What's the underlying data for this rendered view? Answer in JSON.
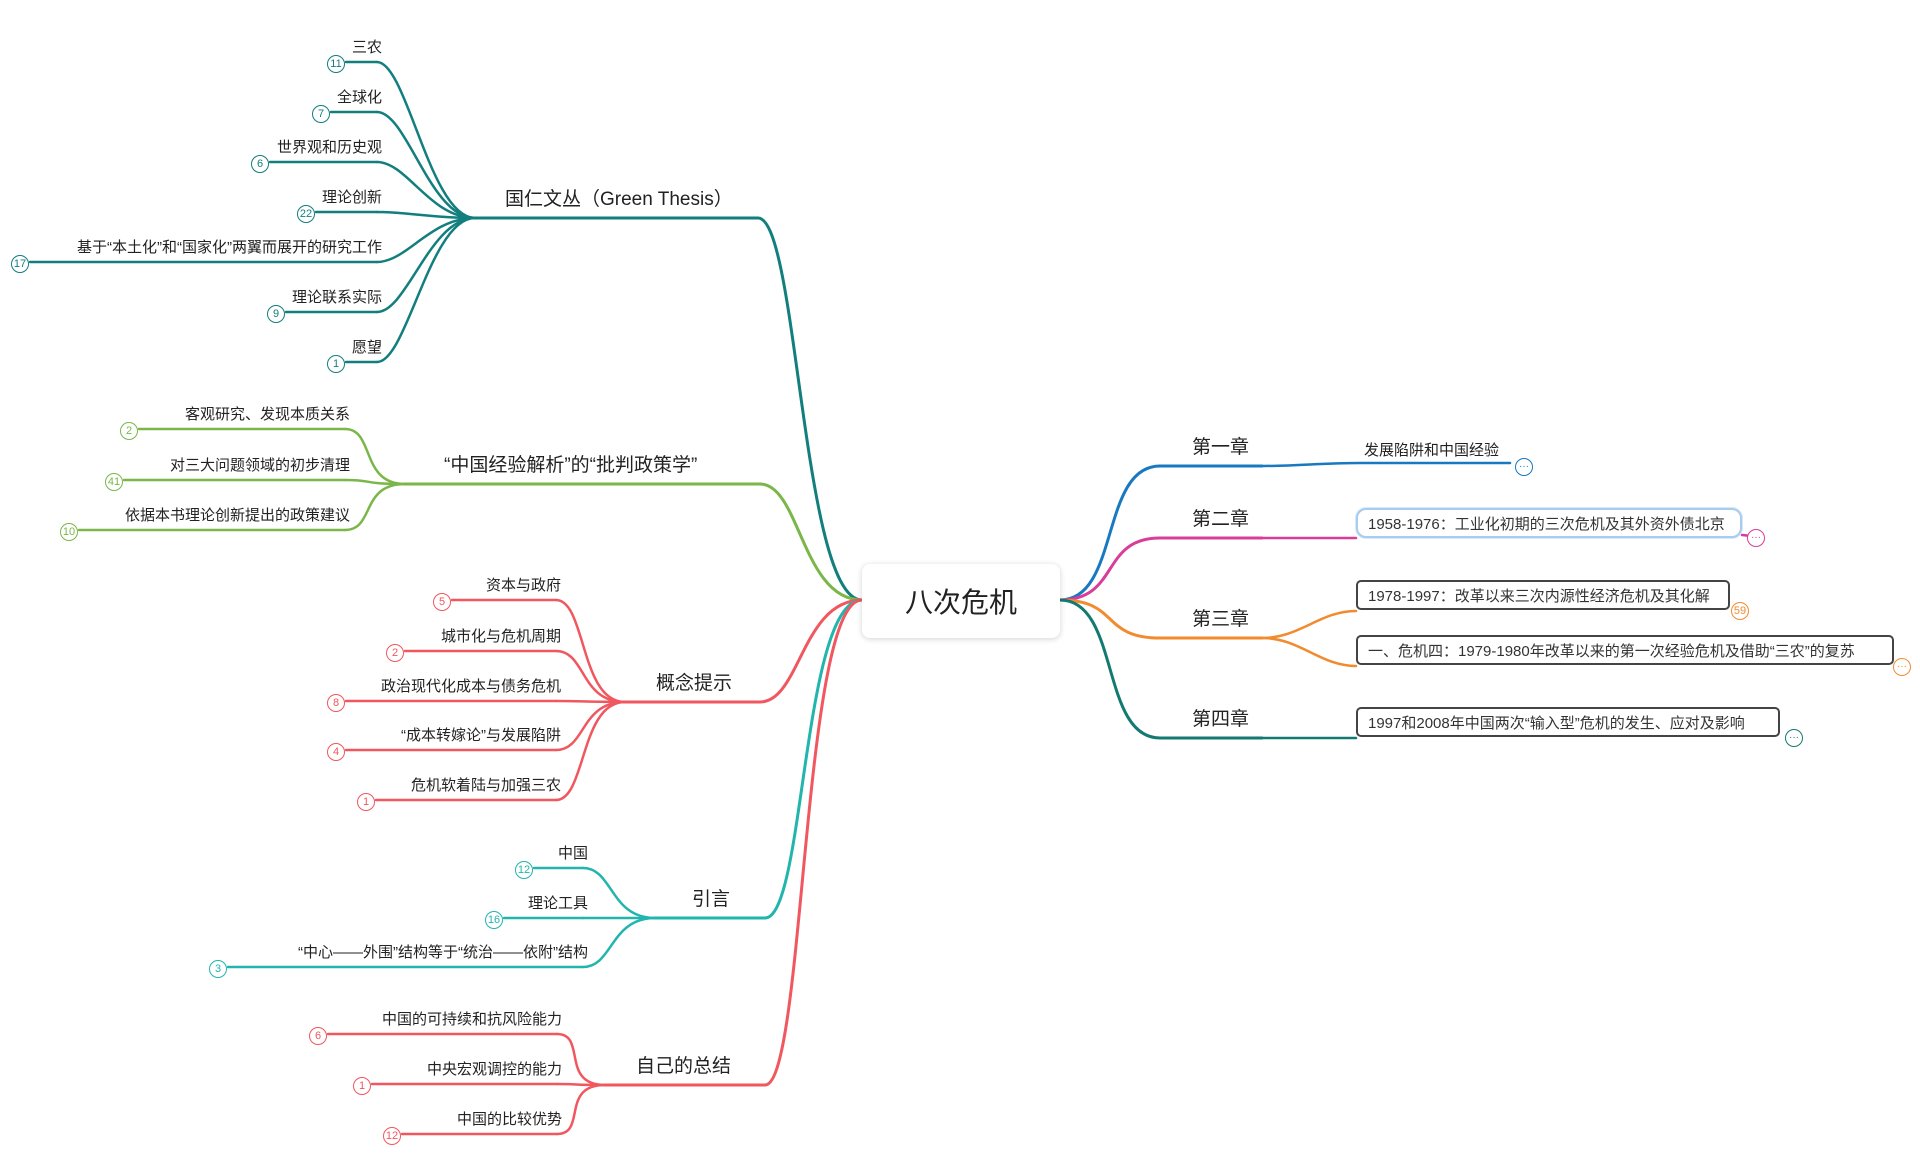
{
  "root": {
    "label": "八次危机"
  },
  "colors": {
    "teal": "#127E7E",
    "green": "#7AB648",
    "red": "#F0575F",
    "cyan": "#22B5AE",
    "blue": "#1878C0",
    "magenta": "#D83D9A",
    "orange": "#F28A2E",
    "darkteal": "#137A72"
  },
  "left": {
    "green_thesis": {
      "label": "国仁文丛（Green Thesis）",
      "children": [
        {
          "label": "三农",
          "count": "11"
        },
        {
          "label": "全球化",
          "count": "7"
        },
        {
          "label": "世界观和历史观",
          "count": "6"
        },
        {
          "label": "理论创新",
          "count": "22"
        },
        {
          "label": "基于“本土化”和“国家化”两翼而展开的研究工作",
          "count": "17"
        },
        {
          "label": "理论联系实际",
          "count": "9"
        },
        {
          "label": "愿望",
          "count": "1"
        }
      ]
    },
    "policy": {
      "label": "“中国经验解析”的“批判政策学”",
      "children": [
        {
          "label": "客观研究、发现本质关系",
          "count": "2"
        },
        {
          "label": "对三大问题领域的初步清理",
          "count": "41"
        },
        {
          "label": "依据本书理论创新提出的政策建议",
          "count": "10"
        }
      ]
    },
    "concepts": {
      "label": "概念提示",
      "children": [
        {
          "label": "资本与政府",
          "count": "5"
        },
        {
          "label": "城市化与危机周期",
          "count": "2"
        },
        {
          "label": "政治现代化成本与债务危机",
          "count": "8"
        },
        {
          "label": "“成本转嫁论”与发展陷阱",
          "count": "4"
        },
        {
          "label": "危机软着陆与加强三农",
          "count": "1"
        }
      ]
    },
    "intro": {
      "label": "引言",
      "children": [
        {
          "label": "中国",
          "count": "12"
        },
        {
          "label": "理论工具",
          "count": "16"
        },
        {
          "label": "“中心——外围”结构等于“统治——依附”结构",
          "count": "3"
        }
      ]
    },
    "summary": {
      "label": "自己的总结",
      "children": [
        {
          "label": "中国的可持续和抗风险能力",
          "count": "6"
        },
        {
          "label": "中央宏观调控的能力",
          "count": "1"
        },
        {
          "label": "中国的比较优势",
          "count": "12"
        }
      ]
    }
  },
  "right": {
    "ch1": {
      "label": "第一章",
      "children": [
        {
          "label": "发展陷阱和中国经验"
        }
      ]
    },
    "ch2": {
      "label": "第二章",
      "children": [
        {
          "label": "1958-1976：工业化初期的三次危机及其外资外债北京"
        }
      ]
    },
    "ch3": {
      "label": "第三章",
      "children": [
        {
          "label": "1978-1997：改革以来三次内源性经济危机及其化解",
          "count": "59"
        },
        {
          "label": "一、危机四：1979-1980年改革以来的第一次经验危机及借助“三农”的复苏"
        }
      ]
    },
    "ch4": {
      "label": "第四章",
      "children": [
        {
          "label": "1997和2008年中国两次“输入型”危机的发生、应对及影响"
        }
      ]
    }
  },
  "more_glyph": "···"
}
